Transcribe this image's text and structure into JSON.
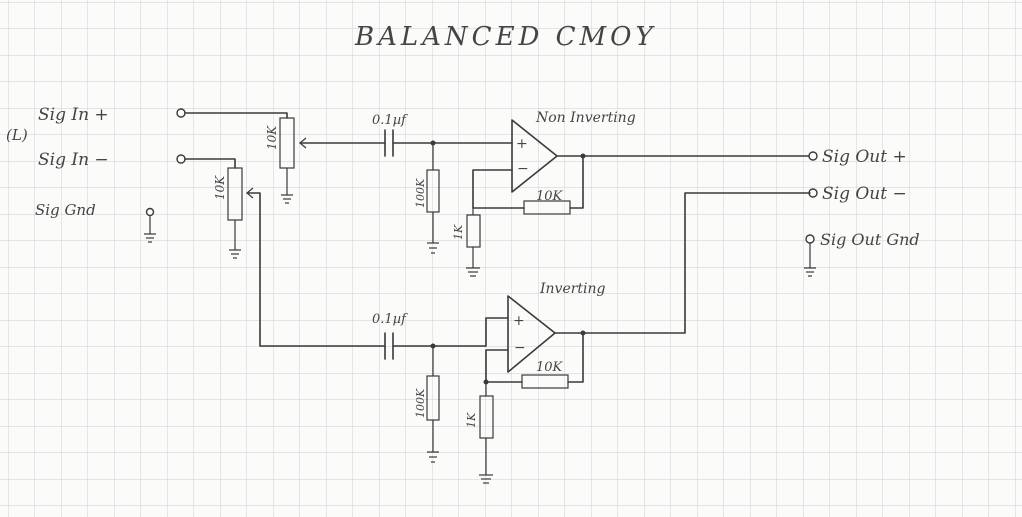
{
  "title": "BALANCED CMOY",
  "inputs": {
    "channel": "(L)",
    "sig_in_plus": "Sig In +",
    "sig_in_minus": "Sig In −",
    "sig_gnd": "Sig Gnd"
  },
  "outputs": {
    "sig_out_plus": "Sig Out +",
    "sig_out_minus": "Sig Out −",
    "sig_out_gnd": "Sig Out Gnd"
  },
  "components": {
    "pot_top": "10K",
    "pot_bottom": "10K",
    "cap_top": "0.1µf",
    "cap_bottom": "0.1µf",
    "res_top_100k": "100K",
    "res_bottom_100k": "100K",
    "res_top_1k": "1K",
    "res_bottom_1k": "1K",
    "res_top_10k": "10K",
    "res_bottom_10k": "10K"
  },
  "stages": {
    "non_inverting": "Non Inverting",
    "inverting": "Inverting"
  },
  "opamp": {
    "plus": "+",
    "minus": "−"
  }
}
